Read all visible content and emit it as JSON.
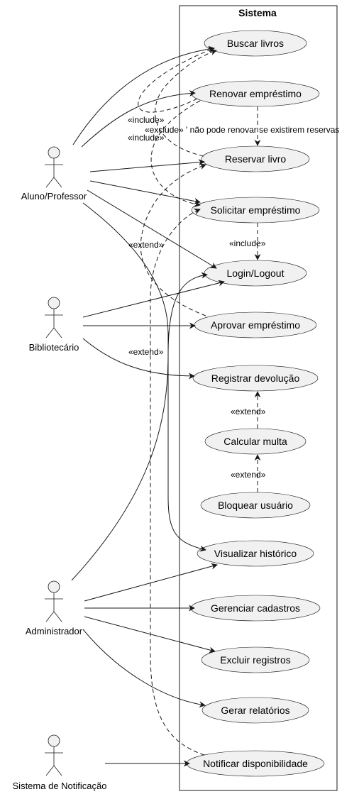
{
  "system": {
    "title": "Sistema"
  },
  "actors": {
    "aluno": "Aluno/Professor",
    "bibliotecario": "Bibliotecário",
    "administrador": "Administrador",
    "notificacao": "Sistema de Notificação"
  },
  "use_cases": {
    "buscar": "Buscar livros",
    "renovar": "Renovar empréstimo",
    "reservar": "Reservar livro",
    "solicitar": "Solicitar empréstimo",
    "login": "Login/Logout",
    "aprovar": "Aprovar empréstimo",
    "registrar": "Registrar devolução",
    "multa": "Calcular multa",
    "bloquear": "Bloquear usuário",
    "historico": "Visualizar histórico",
    "cadastros": "Gerenciar cadastros",
    "excluir": "Excluir registros",
    "relatorios": "Gerar relatórios",
    "notificar": "Notificar disponibilidade"
  },
  "relation_labels": {
    "include_1": "«include»",
    "exclude_note": "«exclude» ' não pode renovar se existirem reservas",
    "include_2": "«include»",
    "extend_1": "«extend»",
    "include_login": "«include»",
    "extend_2": "«extend»",
    "extend_multa": "«extend»",
    "extend_bloquear": "«extend»"
  },
  "colors": {
    "fill": "#f1f1f1",
    "stroke": "#181818",
    "background": "#ffffff"
  }
}
